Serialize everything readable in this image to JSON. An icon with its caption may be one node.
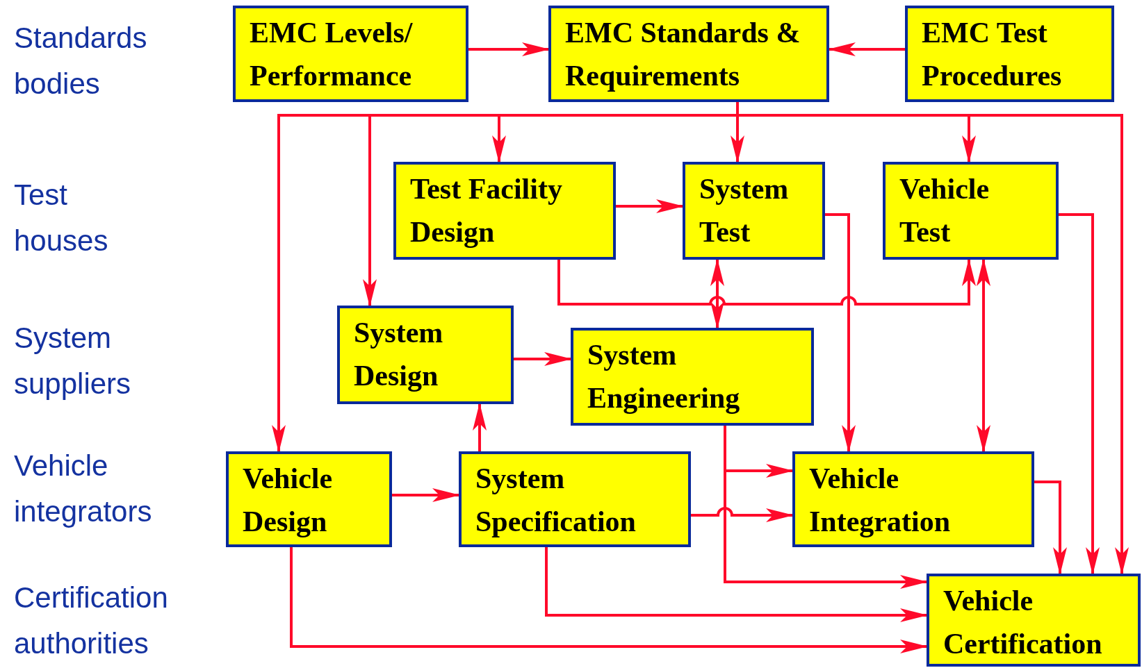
{
  "diagram": {
    "nodes": [
      {
        "text": [
          "EMC Levels/ Performance"
        ]
      },
      {
        "text": [
          "EMC Standards & Requirements"
        ]
      },
      {
        "text": [
          "EMC Test Procedures"
        ]
      },
      {
        "text": [
          "Test Facility Design"
        ]
      },
      {
        "text": [
          "System Test"
        ]
      },
      {
        "text": [
          "Vehicle Test"
        ]
      },
      {
        "text": [
          "System Design"
        ]
      },
      {
        "text": [
          "System Engineering"
        ]
      },
      {
        "text": [
          "Vehicle Design"
        ]
      },
      {
        "text": [
          "System Specification"
        ]
      },
      {
        "text": [
          "Vehicle Integration"
        ]
      },
      {
        "text": [
          "Vehicle Certification"
        ]
      }
    ],
    "edges": [
      {
        "from": 0,
        "to": 1,
        "arrow": "to"
      },
      {
        "from": 2,
        "to": 1,
        "arrow": "to"
      },
      {
        "from": 1,
        "to": 8,
        "arrow": "to"
      },
      {
        "from": 1,
        "to": 6,
        "arrow": "to"
      },
      {
        "from": 1,
        "to": 3,
        "arrow": "to"
      },
      {
        "from": 1,
        "to": 4,
        "arrow": "to"
      },
      {
        "from": 1,
        "to": 5,
        "arrow": "to"
      },
      {
        "from": 1,
        "to": 11,
        "arrow": "to"
      },
      {
        "from": 3,
        "to": 4,
        "arrow": "to"
      },
      {
        "from": 4,
        "to": 10,
        "arrow": "to"
      },
      {
        "from": 5,
        "to": 11,
        "arrow": "to"
      },
      {
        "from": 3,
        "to": 5,
        "arrow": "to"
      },
      {
        "from": 4,
        "to": 7,
        "arrow": "both"
      },
      {
        "from": 5,
        "to": 10,
        "arrow": "both"
      },
      {
        "from": 6,
        "to": 7,
        "arrow": "to"
      },
      {
        "from": 9,
        "to": 6,
        "arrow": "to"
      },
      {
        "from": 8,
        "to": 9,
        "arrow": "to"
      },
      {
        "from": 9,
        "to": 10,
        "arrow": "to"
      },
      {
        "from": 7,
        "to": 10,
        "arrow": "to"
      },
      {
        "from": 7,
        "to": 11,
        "arrow": "to"
      },
      {
        "from": 10,
        "to": 11,
        "arrow": "to"
      },
      {
        "from": 9,
        "to": 11,
        "arrow": "to"
      },
      {
        "from": 8,
        "to": 11,
        "arrow": "to"
      }
    ],
    "labels": [
      "Standards bodies",
      "Test houses",
      "System suppliers",
      "Vehicle integrators",
      "Certification authorities"
    ]
  }
}
